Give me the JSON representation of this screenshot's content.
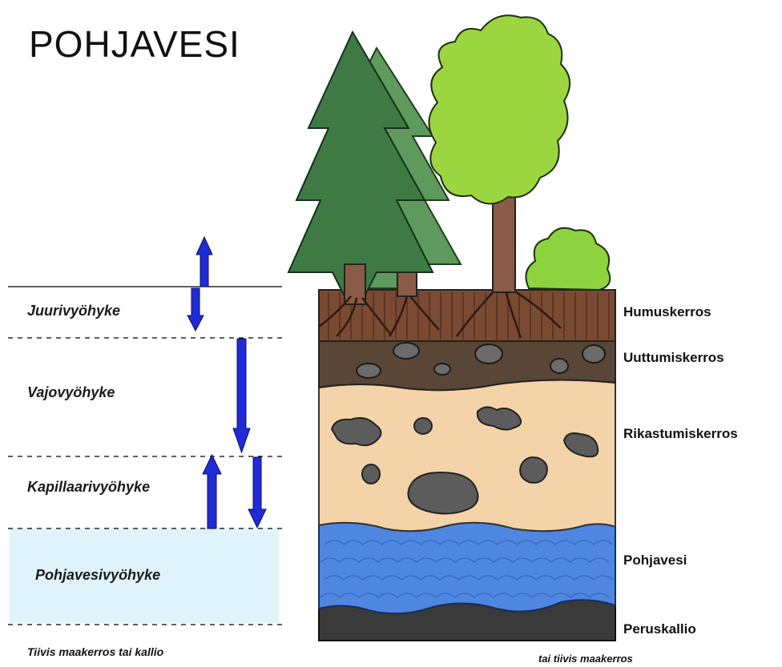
{
  "title": "POHJAVESI",
  "zones": {
    "juuri": "Juurivyöhyke",
    "vajo": "Vajovyöhyke",
    "kapillaari": "Kapillaarivyöhyke",
    "pohjavesi": "Pohjavesivyöhyke"
  },
  "footer_left": "Tiivis maakerros tai kallio",
  "footer_right": "tai tiivis maakerros",
  "layers": {
    "humus": "Humuskerros",
    "uuttumis": "Uuttumiskerros",
    "rikastumis": "Rikastumiskerros",
    "pohjavesi": "Pohjavesi",
    "peruskallio": "Peruskallio"
  },
  "colors": {
    "arrow": "#1f2bd6",
    "groundwater_zone": "#dff3fb",
    "humus": "#7a4a32",
    "eluvial": "#5a4636",
    "illuvial": "#f4d3a8",
    "water": "#4f86e0",
    "bedrock": "#3a3a3a",
    "spruce": "#3f7a45",
    "deciduous": "#9bd640"
  }
}
